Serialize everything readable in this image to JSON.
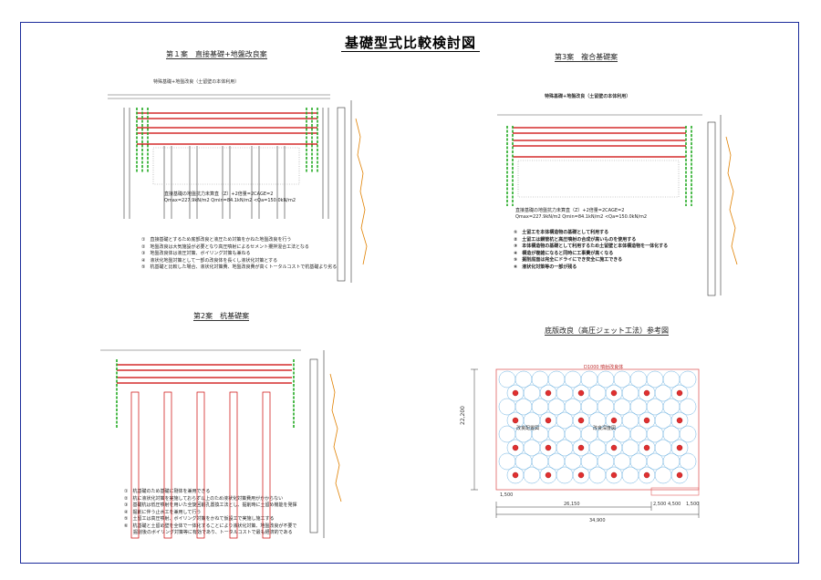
{
  "title": "基礎型式比較検討図",
  "sections": {
    "s1": {
      "heading": "第１案　直接基礎+地盤改良案",
      "subtitle": "特殊基礎+地盤改良（土留壁の本体利用）",
      "formula": [
        "直接基礎の地盤抗力未算直（Z）+2倍量=2CAGE=2",
        "Qmax=227.9kN/m2 Qmin=84.1kN/m2 <Qa=150.0kN/m2"
      ],
      "notes": [
        "①　直接基礎とするため底部改良と液圧ため対策をかねた地盤改良を行う",
        "②　地盤改良は大気施設が必要となり高圧噴射によるセメント攪拌混合工法となる",
        "③　地盤改良体は液圧対策、ボイリング対策も兼ねる",
        "④　液状化地盤対策として一部の改良体を長くし液状化対策とする",
        "⑤　杭基礎と比較した場合、液状化対策費、地盤改良費が高くトータルコストで杭基礎より劣る"
      ]
    },
    "s2": {
      "heading": "第2案　杭基礎案",
      "notes": [
        "①　杭基礎のため基礎に剛体を兼用できる",
        "②　杭に液状化対策を実施しておらず以上のため液状化対策費用がかからない",
        "③　基礎杭は低圧噴射を用いた全旋回削孔置換工法とし、掘削時に土留め機能を発揮",
        "④　掘削に伴う止水工を兼用して行う",
        "⑤　土留工は高圧噴射、ボイリング対策をかねて仮設工で実施し施工する",
        "⑥　杭基礎と土留め壁を全体で一体化することにより液状化対策、地盤改良が不要で",
        "　　掘削後のボイリング対策等に有効であり、トータルコストで最も経済的である"
      ]
    },
    "s3": {
      "heading": "第3案　複合基礎案",
      "subtitle": "特殊基礎+地盤改良（土留壁の本体利用）",
      "formula": [
        "直接基礎の地盤抗力未算直（Z）+2倍量=2CAGE=2",
        "Qmax=227.9kN/m2 Qmin=84.1kN/m2 <Qa=150.0kN/m2"
      ],
      "notes": [
        "①　土留工を本体構造物の基礎として利用する",
        "②　土留工は鋼管杭と高圧噴射の合成が高いものを使用する",
        "③　本体構造物の基礎として利用するため土留壁と本体構造物を一体化する",
        "④　構造が複雑になると同時に工事費が高くなる",
        "⑤　掘削底面は完全にドライにでき安全に施工できる",
        "⑥　液状化対策等の一部が残る"
      ]
    },
    "s4": {
      "heading": "底版改良（高圧ジェット工法）参考図",
      "dims": {
        "height": "22,200",
        "left_margin": "1,500",
        "inner_left": "26,150",
        "total_width": "34,900",
        "seg1": "2,500",
        "seg2": "4,500",
        "seg3": "1,500",
        "top_label": "D1000 噴射改良体",
        "note1": "改良配置図",
        "note2": "改良深度図"
      }
    }
  }
}
